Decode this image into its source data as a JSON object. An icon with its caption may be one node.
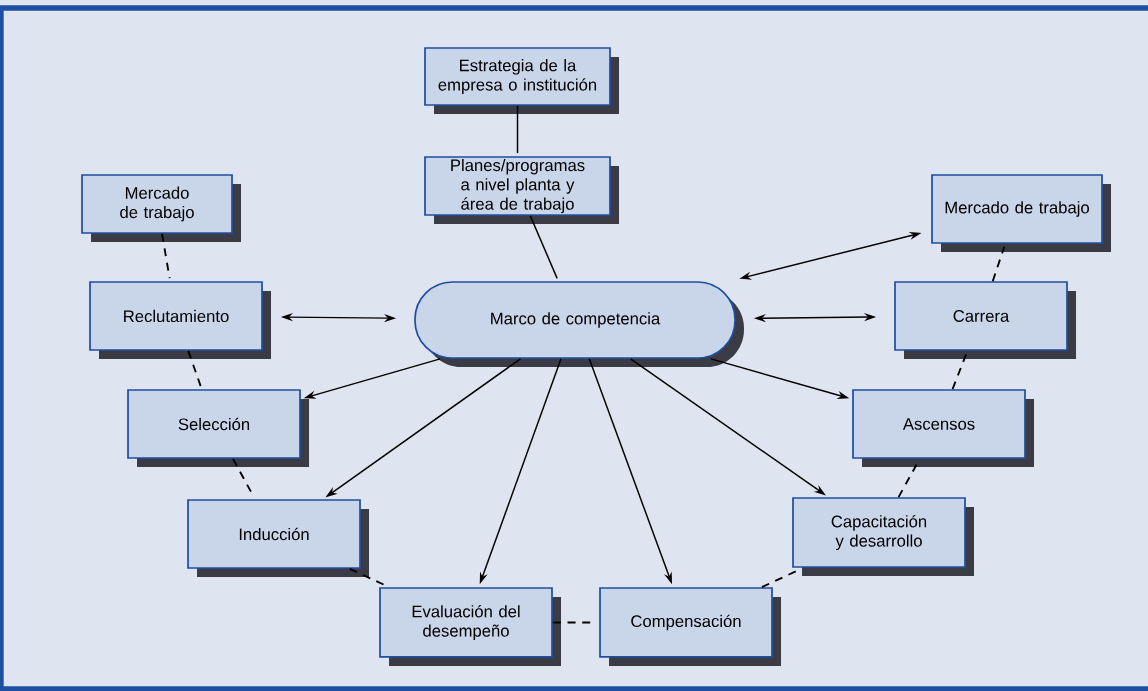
{
  "diagram": {
    "nodes": [
      {
        "text": [
          "Estrategia de la empresa o institución"
        ]
      },
      {
        "text": [
          "Planes/programas a nivel planta y área de trabajo"
        ]
      },
      {
        "text": [
          "Marco de competencia"
        ]
      },
      {
        "text": [
          "Mercado de trabajo"
        ]
      },
      {
        "text": [
          "Reclutamiento"
        ]
      },
      {
        "text": [
          "Selección"
        ]
      },
      {
        "text": [
          "Inducción"
        ]
      },
      {
        "text": [
          "Evaluación del desempeño"
        ]
      },
      {
        "text": [
          "Compensación"
        ]
      },
      {
        "text": [
          "Capacitación y desarrollo"
        ]
      },
      {
        "text": [
          "Ascensos"
        ]
      },
      {
        "text": [
          "Carrera"
        ]
      },
      {
        "text": [
          "Mercado de trabajo"
        ]
      }
    ],
    "edges": [
      {
        "from": 0,
        "to": 1,
        "arrow": "none"
      },
      {
        "from": 1,
        "to": 2,
        "arrow": "none"
      },
      {
        "from": 4,
        "to": 2,
        "arrow": "both"
      },
      {
        "from": 2,
        "to": 12,
        "arrow": "both"
      },
      {
        "from": 2,
        "to": 11,
        "arrow": "both"
      },
      {
        "from": 2,
        "to": 5,
        "arrow": "to"
      },
      {
        "from": 2,
        "to": 6,
        "arrow": "to"
      },
      {
        "from": 2,
        "to": 7,
        "arrow": "to"
      },
      {
        "from": 2,
        "to": 8,
        "arrow": "to"
      },
      {
        "from": 2,
        "to": 9,
        "arrow": "to"
      },
      {
        "from": 2,
        "to": 10,
        "arrow": "to"
      },
      {
        "from": 3,
        "to": 4,
        "arrow": "none",
        "style": "dashed"
      },
      {
        "from": 4,
        "to": 5,
        "arrow": "none",
        "style": "dashed"
      },
      {
        "from": 5,
        "to": 6,
        "arrow": "none",
        "style": "dashed"
      },
      {
        "from": 6,
        "to": 7,
        "arrow": "none",
        "style": "dashed"
      },
      {
        "from": 7,
        "to": 8,
        "arrow": "none",
        "style": "dashed"
      },
      {
        "from": 8,
        "to": 9,
        "arrow": "none",
        "style": "dashed"
      },
      {
        "from": 9,
        "to": 10,
        "arrow": "none",
        "style": "dashed"
      },
      {
        "from": 10,
        "to": 11,
        "arrow": "none",
        "style": "dashed"
      },
      {
        "from": 11,
        "to": 12,
        "arrow": "none",
        "style": "dashed"
      }
    ]
  }
}
